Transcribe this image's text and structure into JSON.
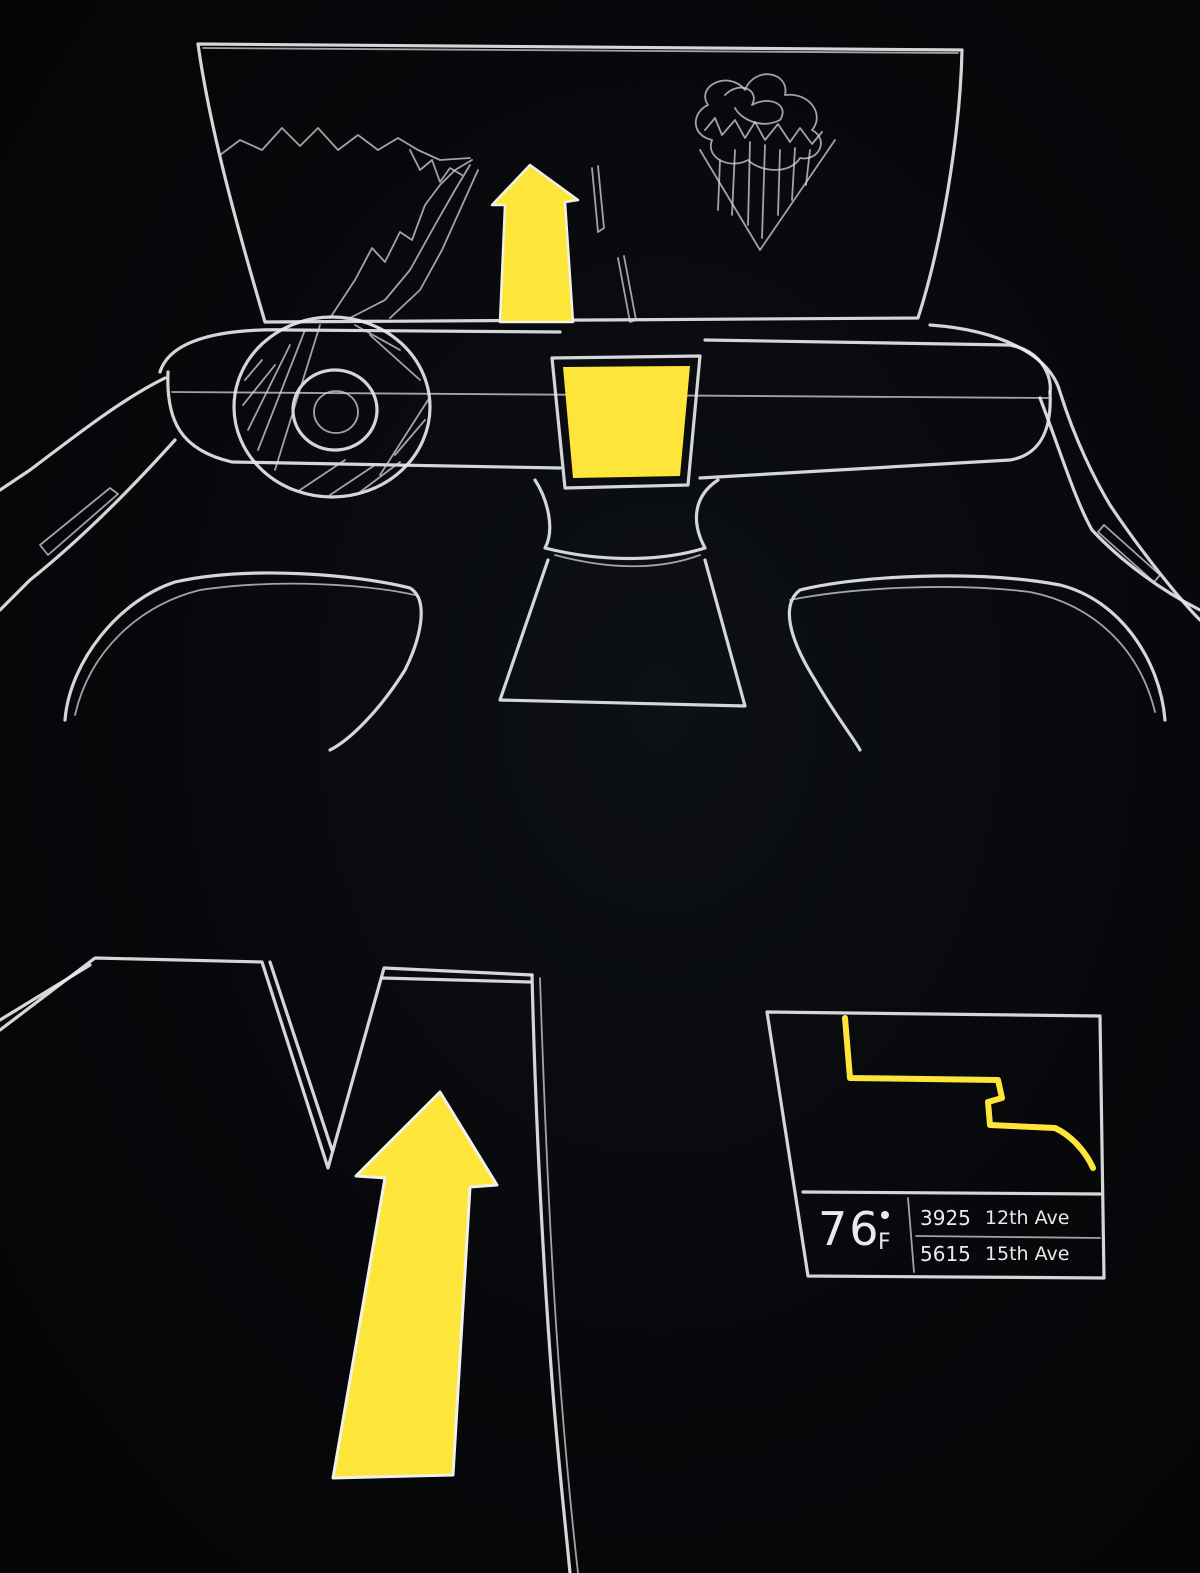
{
  "colors": {
    "chalk": "#e6e8ea",
    "highlight": "#fde53a",
    "board": "#050608"
  },
  "icons": {
    "hud_direction": "up-arrow-icon",
    "road_direction": "up-arrow-icon",
    "scenery": "mountain-icon",
    "weather": "tree-icon",
    "steering": "steering-wheel-icon",
    "route": "route-line-icon"
  },
  "nav_panel": {
    "temperature": "76",
    "degree_unit": "F",
    "addresses": [
      {
        "number": "3925",
        "street": "12th Ave"
      },
      {
        "number": "5615",
        "street": "15th Ave"
      }
    ]
  }
}
